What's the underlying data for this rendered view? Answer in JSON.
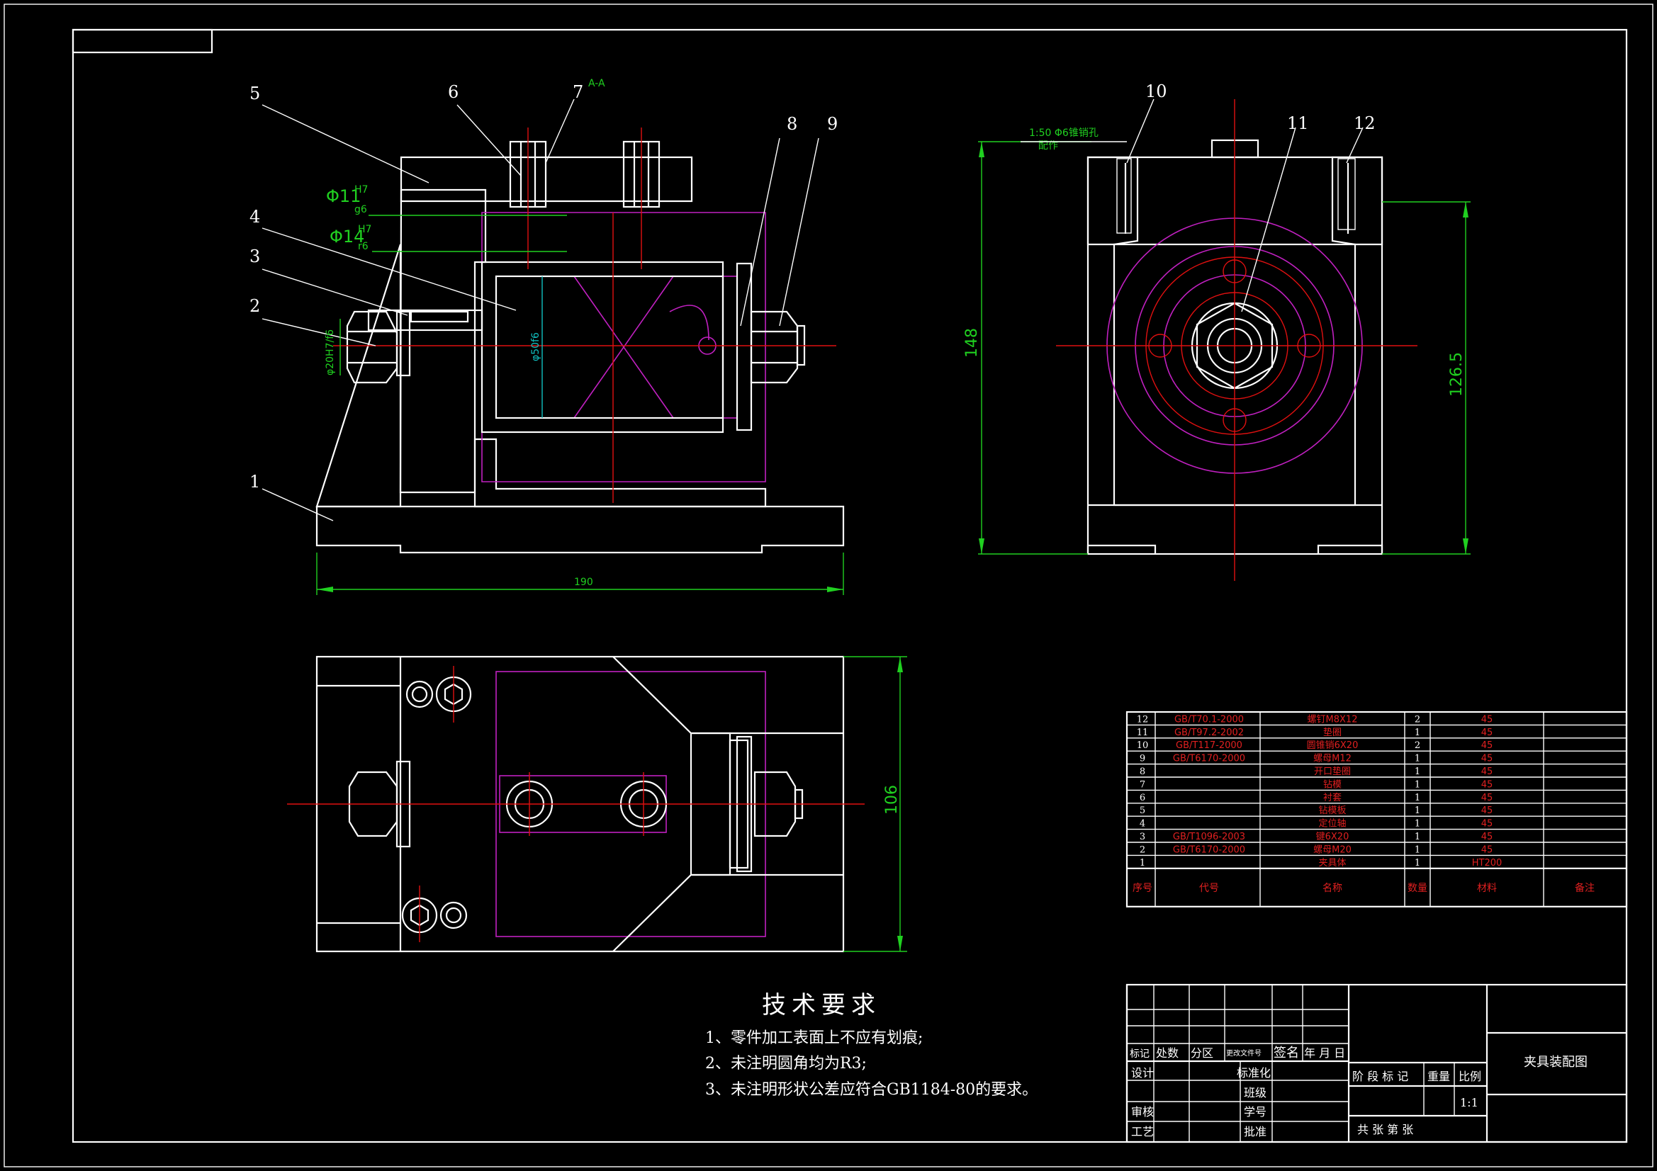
{
  "balloons": [
    "1",
    "2",
    "3",
    "4",
    "5",
    "6",
    "7",
    "8",
    "9",
    "10",
    "11",
    "12"
  ],
  "section_mark": "A-A",
  "dims": {
    "width_190": "190",
    "height_148": "148",
    "height_1265": "126.5",
    "height_106": "106",
    "fit_phi11_base": "Φ11",
    "fit_phi11_up": "H7",
    "fit_phi11_dn": "g6",
    "fit_phi14_base": "Φ14",
    "fit_phi14_up": "H7",
    "fit_phi14_dn": "r6",
    "fit_phi20": "φ20H7/f6",
    "fit_phi50": "φ50f6",
    "note_taper": "1:50 Φ6锥销孔",
    "note_taper2": "配作"
  },
  "tech": {
    "title": "技术要求",
    "lines": [
      "1、零件加工表面上不应有划痕;",
      "2、未注明圆角均为R3;",
      "3、未注明形状公差应符合GB1184-80的要求。"
    ]
  },
  "bom": {
    "rows": [
      {
        "no": "12",
        "code": "GB/T70.1-2000",
        "name": "螺钉M8X12",
        "qty": "2",
        "mat": "45"
      },
      {
        "no": "11",
        "code": "GB/T97.2-2002",
        "name": "垫圈",
        "qty": "1",
        "mat": "45"
      },
      {
        "no": "10",
        "code": "GB/T117-2000",
        "name": "圆锥销6X20",
        "qty": "2",
        "mat": "45"
      },
      {
        "no": "9",
        "code": "GB/T6170-2000",
        "name": "螺母M12",
        "qty": "1",
        "mat": "45"
      },
      {
        "no": "8",
        "code": "",
        "name": "开口垫圈",
        "qty": "1",
        "mat": "45"
      },
      {
        "no": "7",
        "code": "",
        "name": "钻模",
        "qty": "1",
        "mat": "45"
      },
      {
        "no": "6",
        "code": "",
        "name": "衬套",
        "qty": "1",
        "mat": "45"
      },
      {
        "no": "5",
        "code": "",
        "name": "钻模板",
        "qty": "1",
        "mat": "45"
      },
      {
        "no": "4",
        "code": "",
        "name": "定位轴",
        "qty": "1",
        "mat": "45"
      },
      {
        "no": "3",
        "code": "GB/T1096-2003",
        "name": "键6X20",
        "qty": "1",
        "mat": "45"
      },
      {
        "no": "2",
        "code": "GB/T6170-2000",
        "name": "螺母M20",
        "qty": "1",
        "mat": "45"
      },
      {
        "no": "1",
        "code": "",
        "name": "夹具体",
        "qty": "1",
        "mat": "HT200"
      }
    ],
    "header": {
      "no": "序号",
      "code": "代号",
      "name": "名称",
      "qty": "数量",
      "mat": "材料",
      "note": "备注"
    }
  },
  "title_block": {
    "mark": "标记",
    "count": "处数",
    "zone": "分区",
    "doc": "更改文件号",
    "sign": "签名",
    "date": "年 月 日",
    "design": "设计",
    "standard": "标准化",
    "review": "审核",
    "process": "工艺",
    "class": "班级",
    "student_no": "学号",
    "approve": "批准",
    "stage": "阶 段 标 记",
    "weight": "重量",
    "scale": "比例",
    "scale_val": "1:1",
    "sheets": "共   张   第   张",
    "drawing_name": "夹具装配图"
  }
}
